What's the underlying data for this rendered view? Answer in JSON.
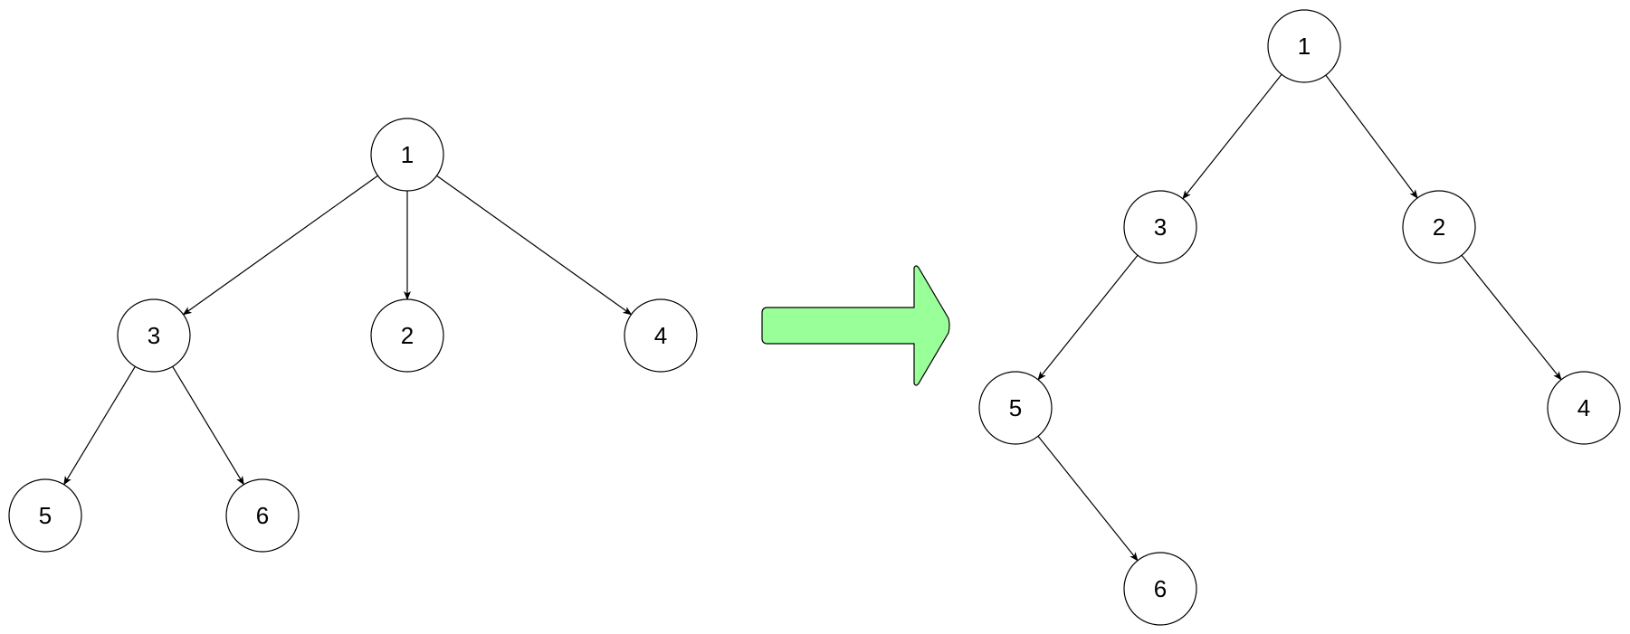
{
  "colors": {
    "arrow_fill": "#99ff99",
    "stroke": "#000000",
    "node_fill": "#ffffff"
  },
  "left_tree": {
    "nodes": [
      {
        "id": "L1",
        "label": "1"
      },
      {
        "id": "L3",
        "label": "3"
      },
      {
        "id": "L2",
        "label": "2"
      },
      {
        "id": "L4",
        "label": "4"
      },
      {
        "id": "L5",
        "label": "5"
      },
      {
        "id": "L6",
        "label": "6"
      }
    ],
    "edges": [
      {
        "from": "L1",
        "to": "L3"
      },
      {
        "from": "L1",
        "to": "L2"
      },
      {
        "from": "L1",
        "to": "L4"
      },
      {
        "from": "L3",
        "to": "L5"
      },
      {
        "from": "L3",
        "to": "L6"
      }
    ]
  },
  "right_tree": {
    "nodes": [
      {
        "id": "R1",
        "label": "1"
      },
      {
        "id": "R3",
        "label": "3"
      },
      {
        "id": "R2",
        "label": "2"
      },
      {
        "id": "R5",
        "label": "5"
      },
      {
        "id": "R4",
        "label": "4"
      },
      {
        "id": "R6",
        "label": "6"
      }
    ],
    "edges": [
      {
        "from": "R1",
        "to": "R3"
      },
      {
        "from": "R1",
        "to": "R2"
      },
      {
        "from": "R3",
        "to": "R5"
      },
      {
        "from": "R2",
        "to": "R4"
      },
      {
        "from": "R5",
        "to": "R6"
      }
    ]
  }
}
